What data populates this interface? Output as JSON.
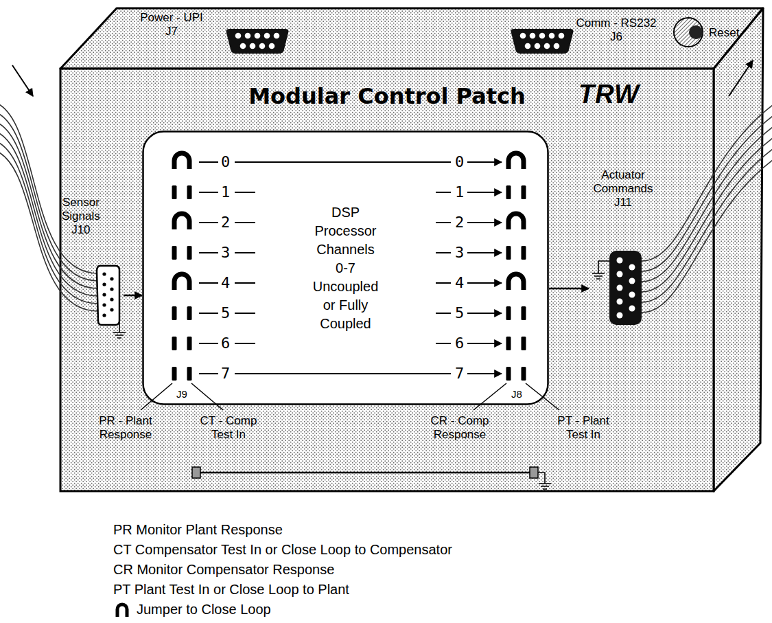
{
  "diagram": {
    "nodes": [
      {
        "text": [
          "Modular Control Patch"
        ]
      },
      {
        "text": [
          "Sensor Signals J10"
        ],
        "in": 0
      },
      {
        "text": [
          "DSP Processor Channels 0-7 Uncoupled or Fully Coupled"
        ],
        "in": 0
      },
      {
        "text": [
          "Actuator Commands J11"
        ],
        "in": 0
      }
    ],
    "edges": [
      {
        "from": 1,
        "to": 2,
        "arrow": "to"
      },
      {
        "from": 2,
        "to": 3,
        "arrow": "to"
      }
    ],
    "labels": [
      "Power - UPI J7",
      "Comm - RS232 J6",
      "Reset",
      "TRW",
      "0",
      "1",
      "2",
      "3",
      "4",
      "5",
      "6",
      "7",
      "J9",
      "0",
      "1",
      "2",
      "3",
      "4",
      "5",
      "6",
      "7",
      "J8",
      "PR - Plant Response",
      "CT - Comp Test In",
      "CR - Comp Response",
      "PT - Plant Test In"
    ],
    "legend": [
      {
        "text": "PR Monitor Plant Response"
      },
      {
        "text": "CT Compensator Test In or Close Loop to Compensator"
      },
      {
        "text": "CR Monitor Compensator Response"
      },
      {
        "text": "PT Plant Test In or Close Loop to Plant"
      },
      {
        "text": "Jumper to Close Loop"
      }
    ]
  }
}
